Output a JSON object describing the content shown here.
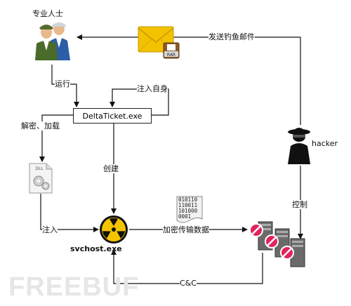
{
  "nodes": {
    "professional": "专业人士",
    "deltaticket": "DeltaTicket.exe",
    "svchost": "svchost.exe",
    "hacker": "hacker"
  },
  "edges": {
    "send_phishing": "发送钓鱼邮件",
    "run": "运行",
    "inject_self": "注入自身",
    "decrypt_load": "解密、加载",
    "create": "创建",
    "inject": "注入",
    "encrypted_transfer": "加密传输数据",
    "control": "控制",
    "cnc": "C&C"
  },
  "icons": {
    "dll_label": "DLL",
    "rar_label": "RAR",
    "binary_lines": [
      "010110",
      "110011",
      "101000",
      "0001"
    ]
  },
  "watermark": "FREEBUF",
  "colors": {
    "line": "#111111",
    "envelope": "#f2c200",
    "radioactive": "#f5c400",
    "block": "#e0245e"
  }
}
